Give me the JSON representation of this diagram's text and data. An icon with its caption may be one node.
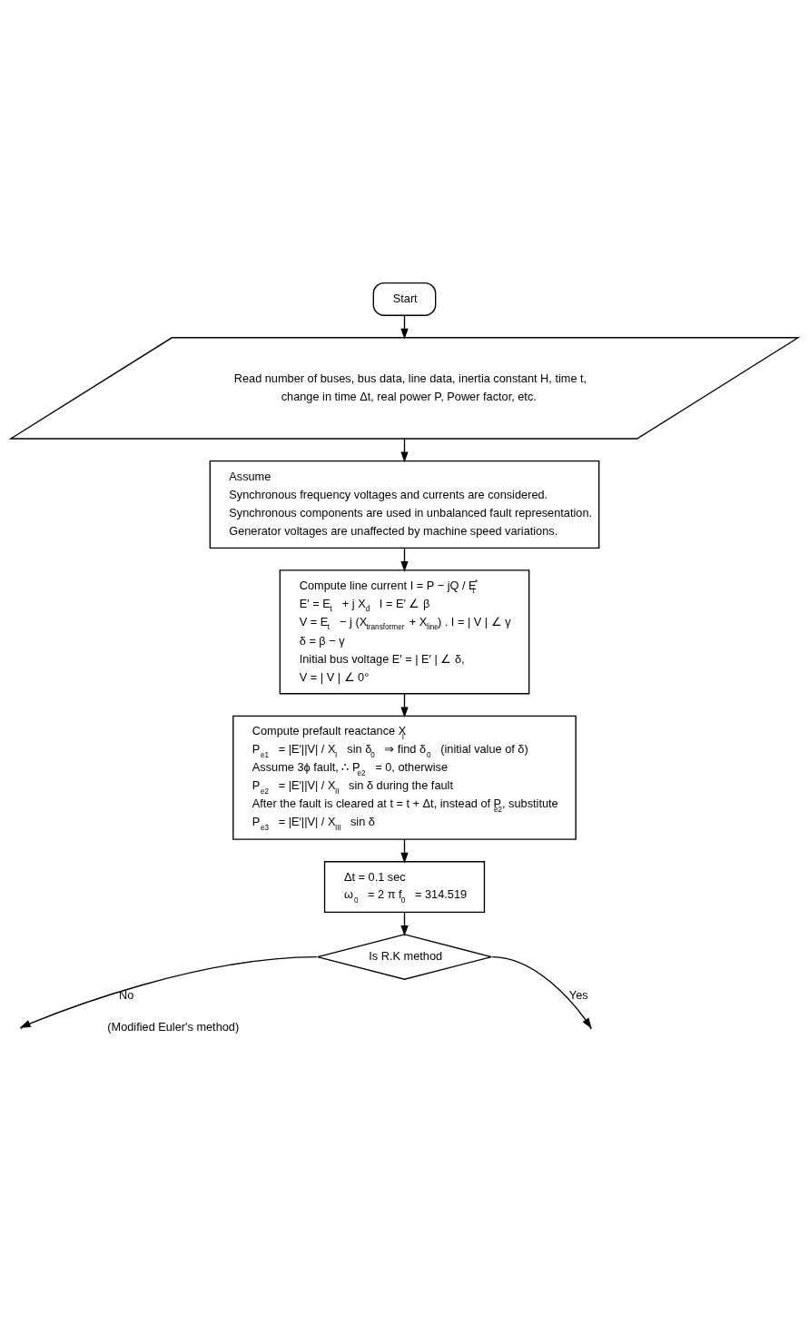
{
  "diagram": {
    "nodes": [
      {
        "text": [
          "Start"
        ]
      },
      {
        "text": [
          "Read number of buses, bus data, line data, inertia constant H, time t, change in time Δt, real power P, Power factor, etc."
        ]
      },
      {
        "text": [
          "Assume",
          "Synchronous frequency voltages and currents are considered.",
          "Synchronous components are used in unbalanced fault representation.",
          "Generator voltages are unaffected by machine speed variations."
        ]
      },
      {
        "text": [
          "Compute line current I = P − jQ / E$_{t}$$^{*}$",
          "E′ = E$_{t}$ + j X$_{d}$ I = E′ ∠ β",
          "V = E$_{t}$ − j (X$_{transformer}$ + X$_{line}$) . I = | V | ∠ γ",
          "δ = β − γ",
          "Initial bus voltage E′ = | E′ | ∠ δ,",
          "V = | V | ∠ 0°"
        ]
      },
      {
        "text": [
          "Compute prefault reactance X$_{I}$",
          "P$_{e1}$ = |E′||V| / X$_{I}$ sin δ$_{0}$ ⇒ find δ$_{0}$ (initial value of δ)",
          "Assume 3ϕ fault, ∴ P$_{e2}$ = 0, otherwise",
          "P$_{e2}$ = |E′||V| / X$_{II}$ sin δ during the fault",
          "After the fault is cleared at t = t + Δt, instead of P$_{e2}$, substitute",
          "P$_{e3}$ = |E′||V| / X$_{III}$ sin δ"
        ]
      },
      {
        "text": [
          "Δt = 0.1 sec",
          "ω$_{0}$ = 2 π f$_{0}$ = 314.519"
        ]
      },
      {
        "text": [
          "Is R.K method"
        ]
      }
    ],
    "edges": [
      {
        "from": 0,
        "to": 1,
        "arrow": "to"
      },
      {
        "from": 1,
        "to": 2,
        "arrow": "to"
      },
      {
        "from": 2,
        "to": 3,
        "arrow": "to"
      },
      {
        "from": 3,
        "to": 4,
        "arrow": "to"
      },
      {
        "from": 4,
        "to": 5,
        "arrow": "to"
      },
      {
        "from": 5,
        "to": 6,
        "arrow": "to"
      },
      {
        "from": 6,
        "to": null,
        "arrow": "to",
        "label": "No"
      },
      {
        "from": 6,
        "to": null,
        "arrow": "to",
        "label": "Yes"
      }
    ],
    "labels": [
      "(Modified Euler's method)"
    ]
  }
}
